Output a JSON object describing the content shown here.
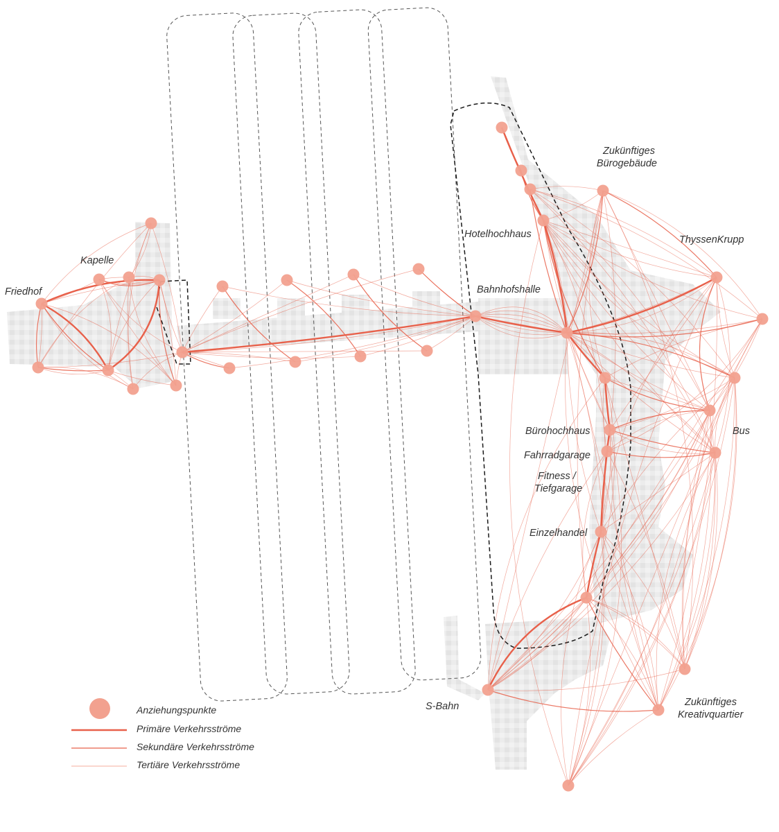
{
  "colors": {
    "accent": "#e8604a",
    "point": "#f2a18f",
    "area": "#e9e9e9"
  },
  "labels": {
    "friedhof": "Friedhof",
    "kapelle": "Kapelle",
    "hotelhochhaus": "Hotelhochhaus",
    "bahnhofshalle": "Bahnhofshalle",
    "buerogebaeude_1": "Zukünftiges",
    "buerogebaeude_2": "Bürogebäude",
    "thyssenkrupp": "ThyssenKrupp",
    "buerohochhaus": "Bürohochhaus",
    "bus": "Bus",
    "fahrradgarage": "Fahrradgarage",
    "fitness_1": "Fitness /",
    "fitness_2": "Tiefgarage",
    "einzelhandel": "Einzelhandel",
    "sbahn": "S-Bahn",
    "kreativ_1": "Zukünftiges",
    "kreativ_2": "Kreativquartier"
  },
  "legend": {
    "points": "Anziehungspunkte",
    "primary": "Primäre Verkehrsströme",
    "secondary": "Sekundäre Verkehrsströme",
    "tertiary": "Tertiäre Verkehrsströme"
  }
}
